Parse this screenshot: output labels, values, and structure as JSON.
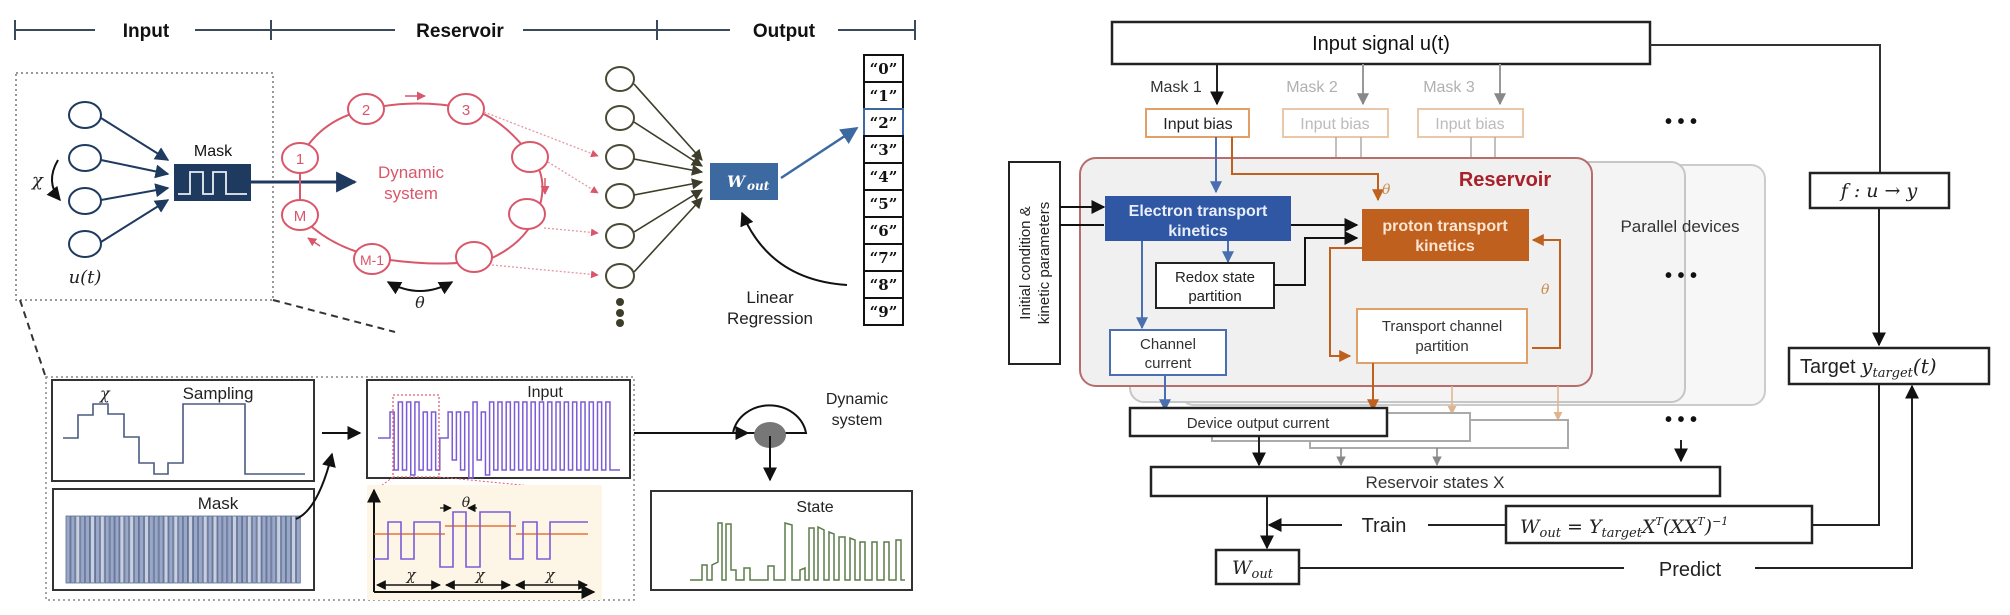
{
  "left_diagram": {
    "header": {
      "input": "Input",
      "reservoir": "Reservoir",
      "output": "Output"
    },
    "input_section": {
      "chi": "χ",
      "u_t": "u(t)",
      "mask": "Mask"
    },
    "reservoir_section": {
      "nodes": [
        "1",
        "2",
        "3",
        "",
        "",
        "",
        "M-1",
        "M"
      ],
      "center_label_line1": "Dynamic",
      "center_label_line2": "system",
      "theta": "θ"
    },
    "output_section": {
      "w_out_main": "W",
      "w_out_sub": "out",
      "linear_line1": "Linear",
      "linear_line2": "Regression",
      "classes": [
        "“0”",
        "“1”",
        "“2”",
        "“3”",
        "“4”",
        "“5”",
        "“6”",
        "“7”",
        "“8”",
        "“9”"
      ],
      "highlighted_class_index": 2
    },
    "detail_panel": {
      "sampling": "Sampling",
      "sampling_chi": "χ",
      "mask": "Mask",
      "input": "Input",
      "theta": "θ",
      "chi_labels": [
        "χ",
        "χ",
        "χ"
      ],
      "dynamic_line1": "Dynamic",
      "dynamic_line2": "system",
      "state": "State"
    }
  },
  "right_diagram": {
    "input_signal": "Input signal u(t)",
    "masks": [
      {
        "label": "Mask 1",
        "bias": "Input bias",
        "active": true
      },
      {
        "label": "Mask 2",
        "bias": "Input bias",
        "active": false
      },
      {
        "label": "Mask 3",
        "bias": "Input bias",
        "active": false
      }
    ],
    "initial_condition_line1": "Initial condition &",
    "initial_condition_line2": "kinetic parameters",
    "reservoir_title": "Reservoir",
    "electron_line1": "Electron transport",
    "electron_line2": "kinetics",
    "proton_line1": "proton transport",
    "proton_line2": "kinetics",
    "redox_line1": "Redox state",
    "redox_line2": "partition",
    "channel_line1": "Channel",
    "channel_line2": "current",
    "transport_line1": "Transport channel",
    "transport_line2": "partition",
    "theta": "θ",
    "parallel_devices": "Parallel devices",
    "device_output": "Device output current",
    "reservoir_states": "Reservoir states X",
    "train": "Train",
    "predict": "Predict",
    "formula": "W_out = Y_target X^T (X X^T)^-1",
    "formula_parts": {
      "w": "W",
      "out": "out",
      "eq": " = Y",
      "target": "target",
      "x": "X",
      "t1": "T",
      "paren": "(XX",
      "t2": "T",
      "close": ")",
      "inv": "−1"
    },
    "w_out_main": "W",
    "w_out_sub": "out",
    "f_map": "f : u → y",
    "target_label": "Target ",
    "target_y": "y",
    "target_sub": "target",
    "target_t": "(t)",
    "ellipsis": "• • •"
  },
  "colors": {
    "navy": "#1f3a5f",
    "reservoir_red": "#d9576a",
    "olive": "#4a4a36",
    "wout_blue": "#3c6aa0",
    "electron_blue": "#2f57a3",
    "proton_orange": "#c0601e",
    "reservoir_title": "#a8202a",
    "purple": "#7b5cd6",
    "green": "#5b7d4a",
    "orange_line": "#e8743b"
  }
}
